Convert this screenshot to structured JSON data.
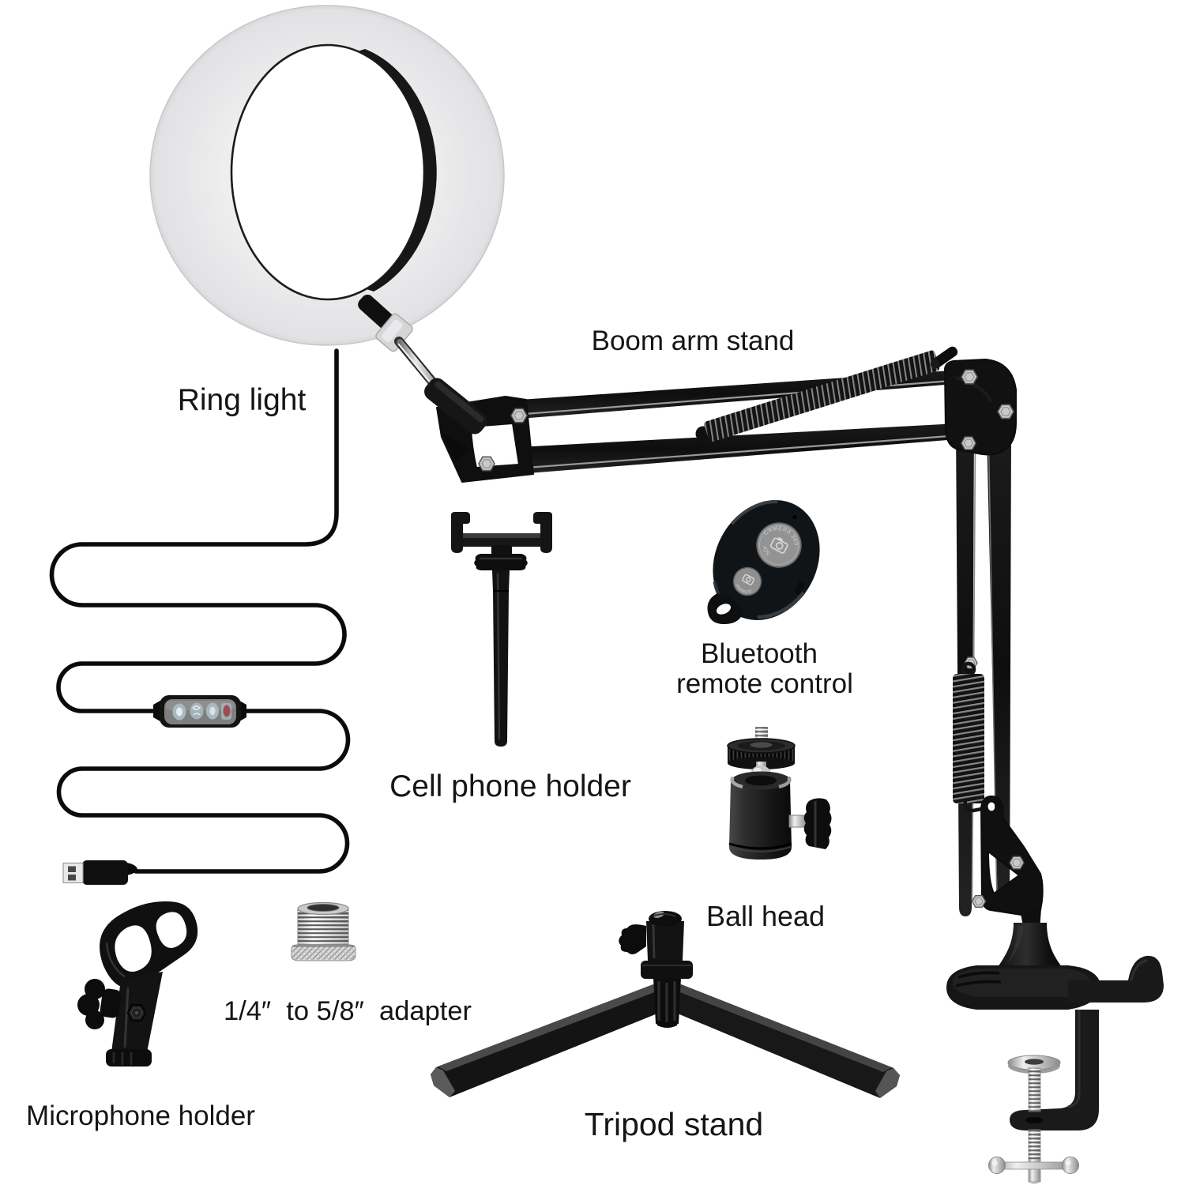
{
  "image_type": "product diagram of a ring light desk kit with labeled parts",
  "background": "#ffffff",
  "labels": {
    "ring_light": "Ring light",
    "boom_arm_stand": "Boom arm stand",
    "cell_phone_holder": "Cell phone holder",
    "bluetooth_line1": "Bluetooth",
    "bluetooth_line2": "remote control",
    "ball_head": "Ball head",
    "adapter": "1/4″  to 5/8″  adapter",
    "microphone_holder": "Microphone holder",
    "tripod_stand": "Tripod stand"
  },
  "remote": {
    "big_button_arc_text": "CAMERA 360",
    "big_button_sub_text": "IOS",
    "small_button_arc_text": "ANDROID"
  },
  "colors": {
    "background": "#ffffff",
    "label_text": "#151515",
    "product_black": "#101010",
    "ring_tube": "#e9e9eb",
    "silver": "#c6c6c6",
    "button_gray": "#929292",
    "controller_red": "#a04a56"
  }
}
